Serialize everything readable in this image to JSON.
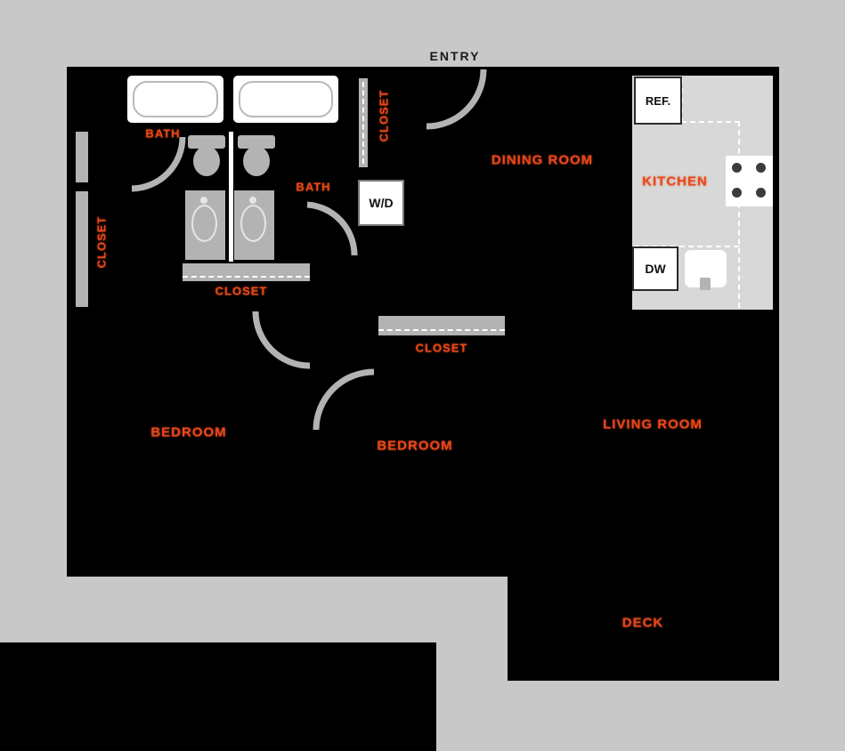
{
  "colors": {
    "background": "#c8c8c8",
    "floor": "#000000",
    "fixture_gray": "#b3b3b3",
    "kitchen_floor": "#d8d8d8",
    "fixture_white": "#ffffff",
    "room_label": "#e8481a",
    "dark_text": "#1a1a1a"
  },
  "labels": {
    "entry": "ENTRY",
    "dining_room": "DINING ROOM",
    "kitchen": "KITCHEN",
    "living_room": "LIVING ROOM",
    "bedroom_1": "BEDROOM",
    "bedroom_2": "BEDROOM",
    "deck": "DECK",
    "bath_1": "BATH",
    "bath_2": "BATH",
    "closet_bath": "CLOSET",
    "closet_left": "CLOSET",
    "closet_hall": "CLOSET",
    "closet_middle": "CLOSET"
  },
  "appliances": {
    "washer_dryer": "W/D",
    "refrigerator": "REF.",
    "dishwasher": "DW"
  },
  "fixtures": [
    "bathtub",
    "bathtub",
    "toilet",
    "toilet",
    "bathroom-sink",
    "bathroom-sink",
    "stove",
    "kitchen-sink",
    "closet-shelf",
    "closet-shelf",
    "door-arc"
  ]
}
